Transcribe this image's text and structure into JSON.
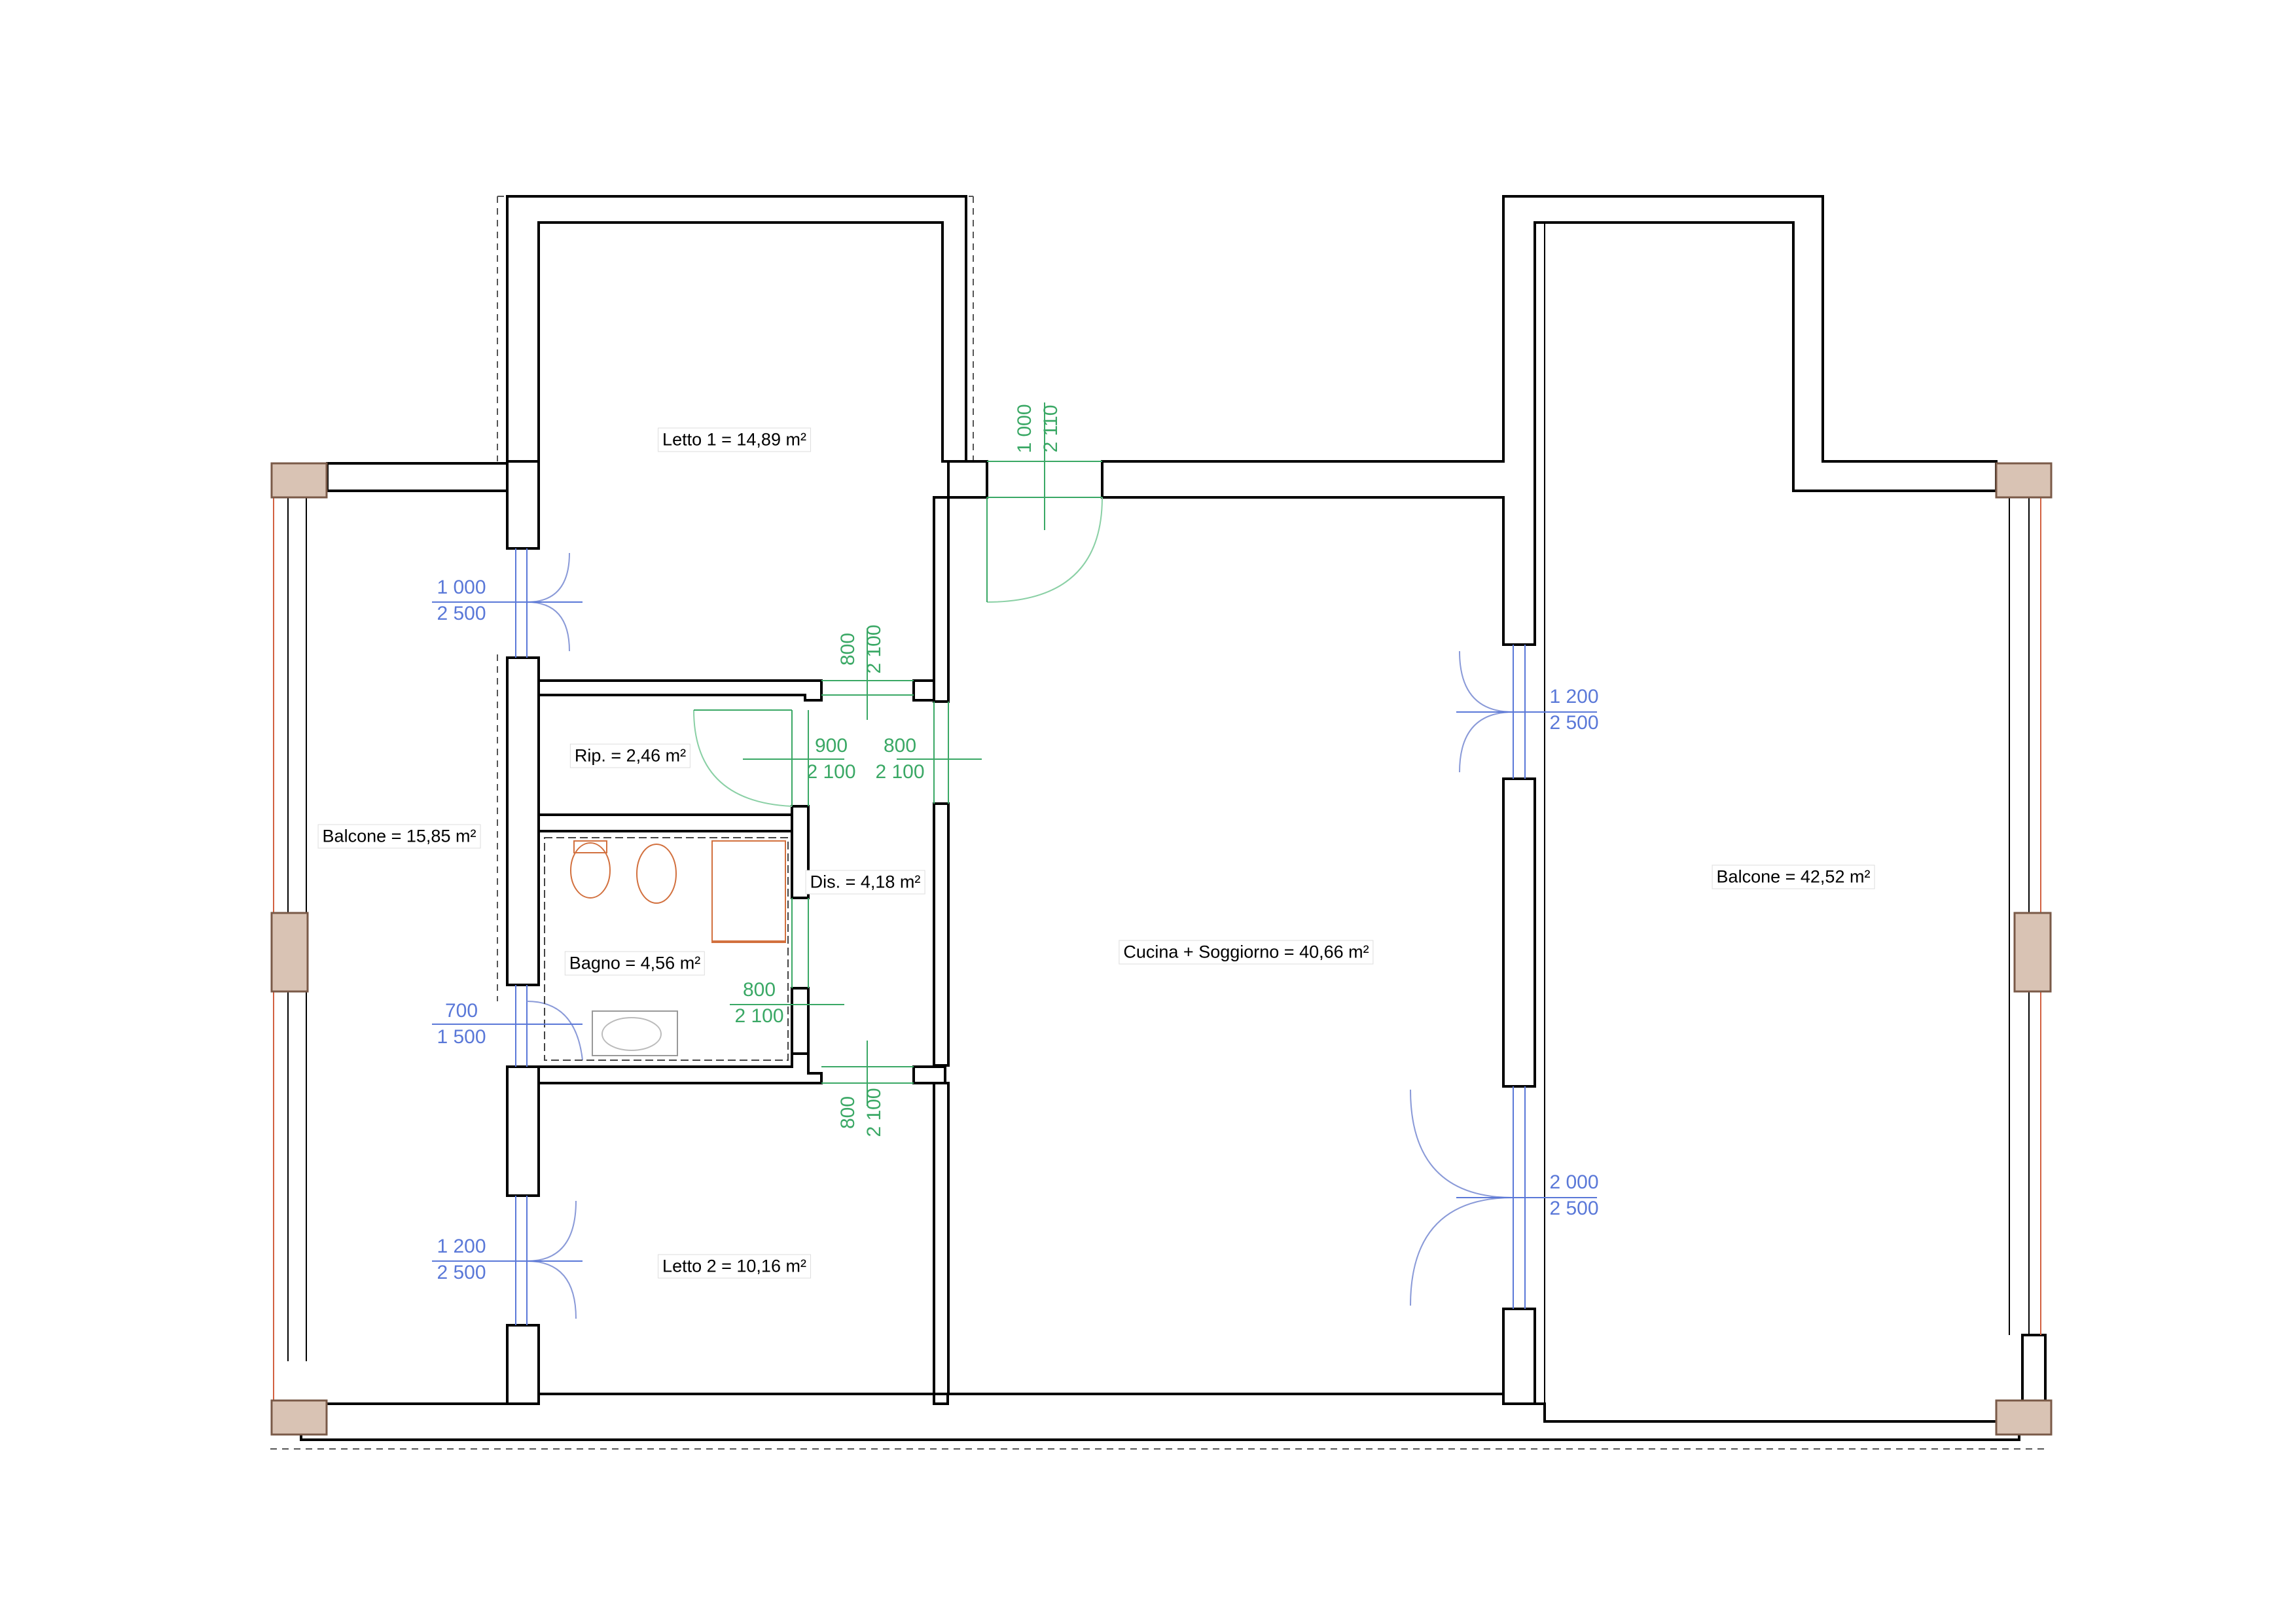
{
  "rooms": [
    {
      "key": "letto1",
      "label": "Letto 1 = 14,89 m²"
    },
    {
      "key": "rip",
      "label": "Rip. = 2,46 m²"
    },
    {
      "key": "balcone_w",
      "label": "Balcone = 15,85 m²"
    },
    {
      "key": "dis",
      "label": "Dis. = 4,18 m²"
    },
    {
      "key": "bagno",
      "label": "Bagno = 4,56 m²"
    },
    {
      "key": "letto2",
      "label": "Letto 2 = 10,16 m²"
    },
    {
      "key": "cucina",
      "label": "Cucina + Soggiorno = 40,66 m²"
    },
    {
      "key": "balcone_e",
      "label": "Balcone = 42,52 m²"
    }
  ],
  "windows": [
    {
      "key": "w_letto1",
      "width": "1 000",
      "height": "2 500"
    },
    {
      "key": "w_bagno",
      "width": "700",
      "height": "1 500"
    },
    {
      "key": "w_letto2",
      "width": "1 200",
      "height": "2 500"
    },
    {
      "key": "w_cucina_n",
      "width": "1 200",
      "height": "2 500"
    },
    {
      "key": "w_cucina_s",
      "width": "2 000",
      "height": "2 500"
    }
  ],
  "doors": [
    {
      "key": "d_entry",
      "width": "1 000",
      "height": "2 110"
    },
    {
      "key": "d_letto1",
      "width": "800",
      "height": "2 100"
    },
    {
      "key": "d_rip",
      "width": "900",
      "height": "2 100"
    },
    {
      "key": "d_dis",
      "width": "800",
      "height": "2 100"
    },
    {
      "key": "d_bagno",
      "width": "800",
      "height": "2 100"
    },
    {
      "key": "d_letto2",
      "width": "800",
      "height": "2 100"
    }
  ],
  "colors": {
    "wall": "#000000",
    "pillar": "#d9c3b4",
    "window_dim": "#5a78d8",
    "door_dim": "#3aa865",
    "fixture": "#d2703e"
  }
}
